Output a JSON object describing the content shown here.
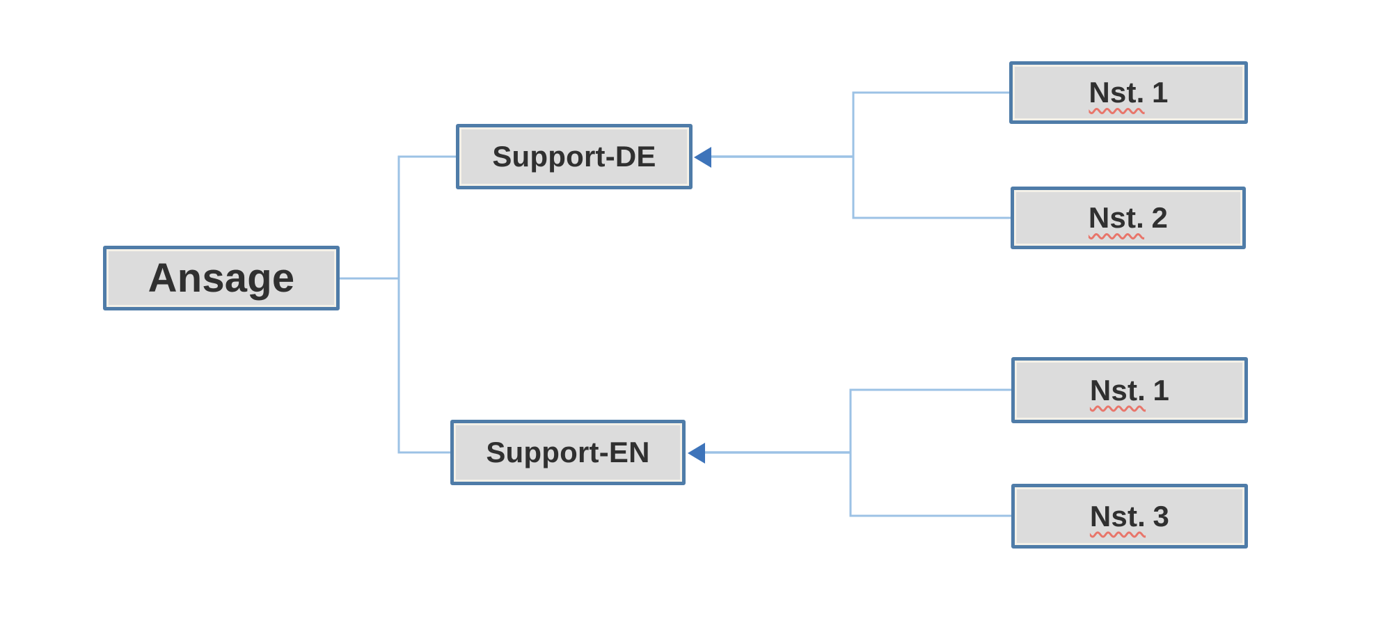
{
  "colors": {
    "node_fill": "#dcdcdc",
    "node_border": "#4f7ca8",
    "node_inner_ring": "#f4f1e8",
    "connector": "#9cc2e5",
    "arrowhead": "#3e74ba",
    "text": "#303030",
    "squiggle": "#e8756a",
    "canvas_bg": "#ffffff"
  },
  "chart": {
    "type": "org-hierarchy-diagram",
    "root": {
      "label": "Ansage"
    },
    "level1": [
      {
        "label": "Support-DE"
      },
      {
        "label": "Support-EN"
      }
    ],
    "level2_de": [
      {
        "prefix": "Nst.",
        "number": "1"
      },
      {
        "prefix": "Nst.",
        "number": "2"
      }
    ],
    "level2_en": [
      {
        "prefix": "Nst.",
        "number": "1"
      },
      {
        "prefix": "Nst.",
        "number": "3"
      }
    ],
    "relations": [
      "Ansage -> Support-DE",
      "Ansage -> Support-EN",
      "Nst. 1 -> Support-DE",
      "Nst. 2 -> Support-DE",
      "Nst. 1 -> Support-EN",
      "Nst. 3 -> Support-EN"
    ]
  }
}
